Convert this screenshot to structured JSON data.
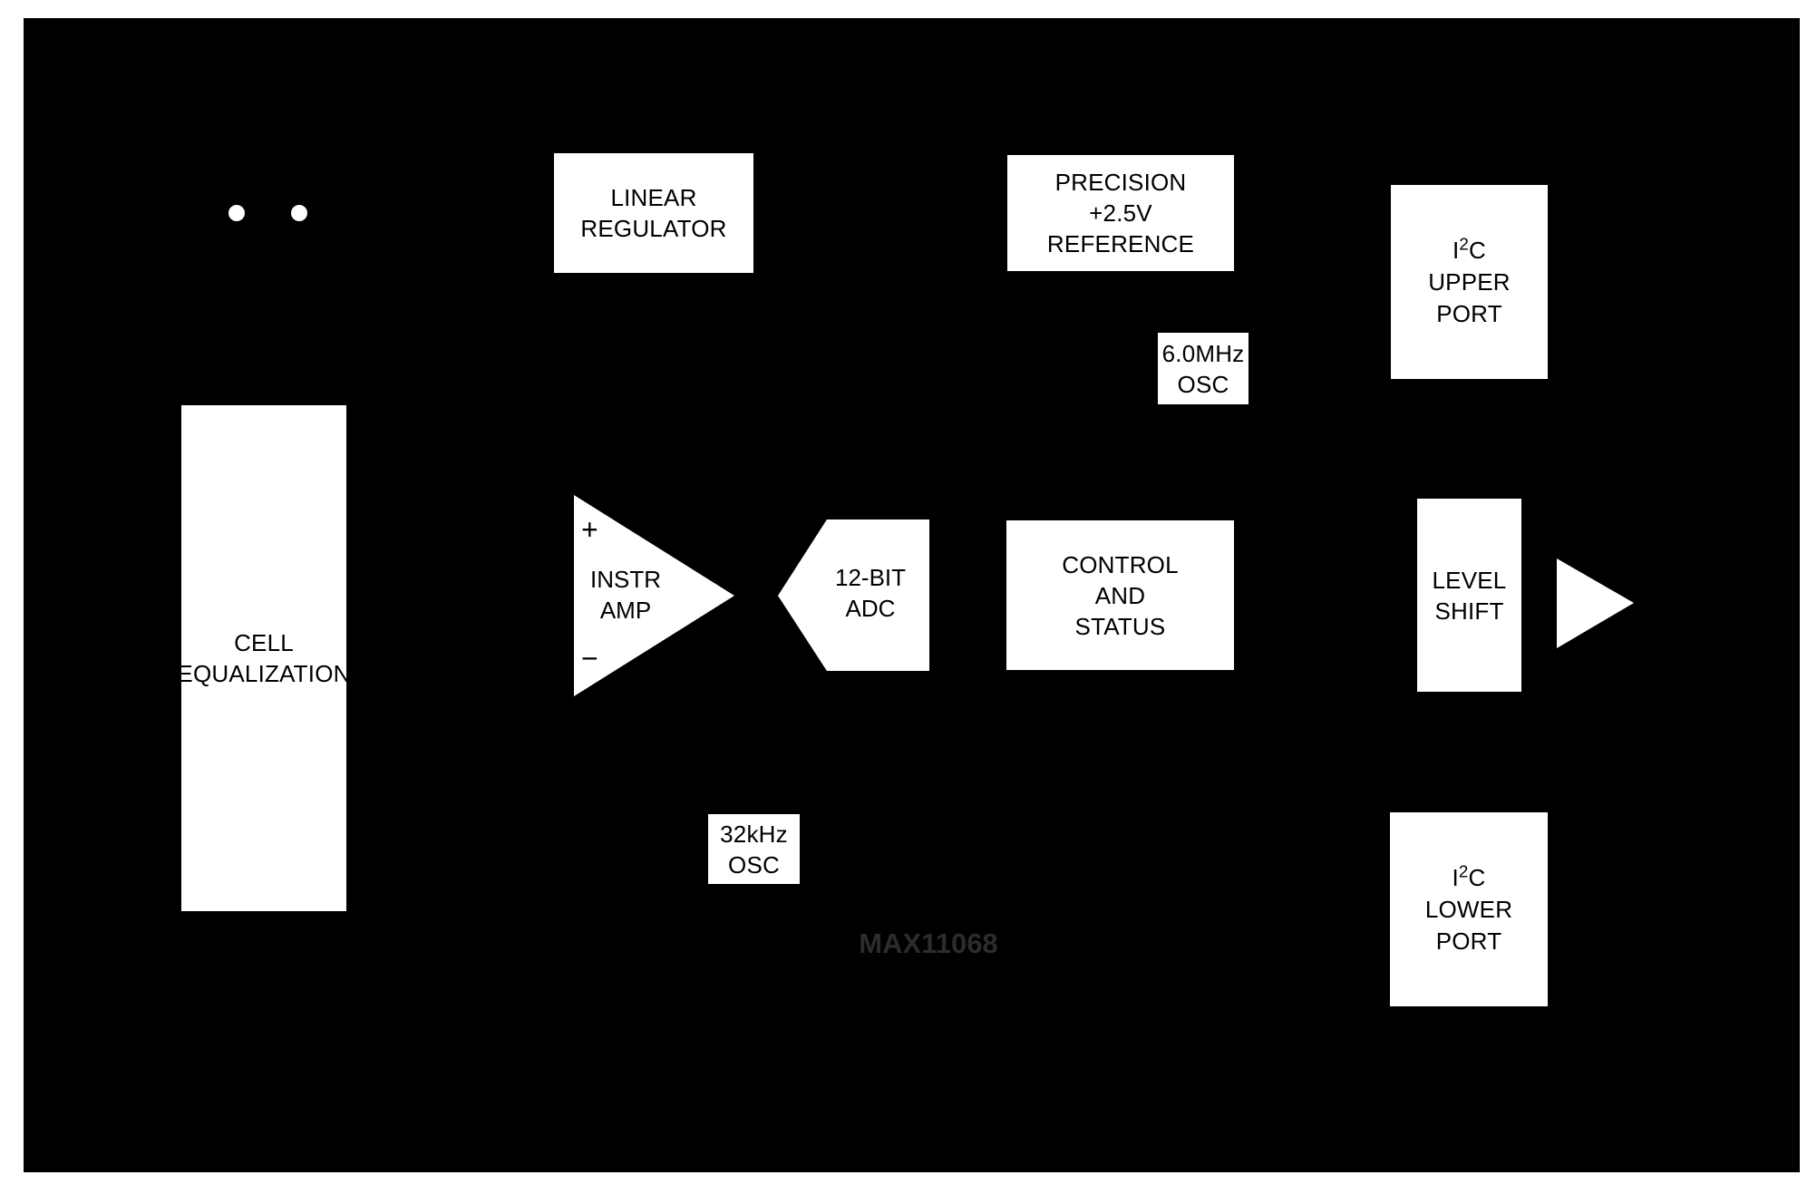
{
  "colors": {
    "page_bg": "#ffffff",
    "canvas_bg": "#000000",
    "block_fill": "#ffffff",
    "block_text": "#000000",
    "part_number_text": "#2c2c2e"
  },
  "part_number": "MAX11068",
  "blocks": {
    "linear_regulator": {
      "lines": [
        "LINEAR",
        "REGULATOR"
      ]
    },
    "precision_reference": {
      "lines": [
        "PRECISION",
        "+2.5V",
        "REFERENCE"
      ]
    },
    "osc_6mhz": {
      "lines": [
        "6.0MHz",
        "OSC"
      ]
    },
    "i2c_upper_port": {
      "i2c": {
        "pre": "I",
        "sup": "2",
        "post": "C"
      },
      "lines": [
        "UPPER",
        "PORT"
      ]
    },
    "cell_equalization": {
      "lines": [
        "CELL",
        "EQUALIZATION"
      ]
    },
    "instr_amp": {
      "plus": "+",
      "minus": "−",
      "lines": [
        "INSTR",
        "AMP"
      ]
    },
    "adc_12bit": {
      "lines": [
        "12-BIT",
        "ADC"
      ]
    },
    "control_status": {
      "lines": [
        "CONTROL",
        "AND",
        "STATUS"
      ]
    },
    "level_shift": {
      "lines": [
        "LEVEL",
        "SHIFT"
      ]
    },
    "osc_32khz": {
      "lines": [
        "32kHz",
        "OSC"
      ]
    },
    "i2c_lower_port": {
      "i2c": {
        "pre": "I",
        "sup": "2",
        "post": "C"
      },
      "lines": [
        "LOWER",
        "PORT"
      ]
    }
  }
}
